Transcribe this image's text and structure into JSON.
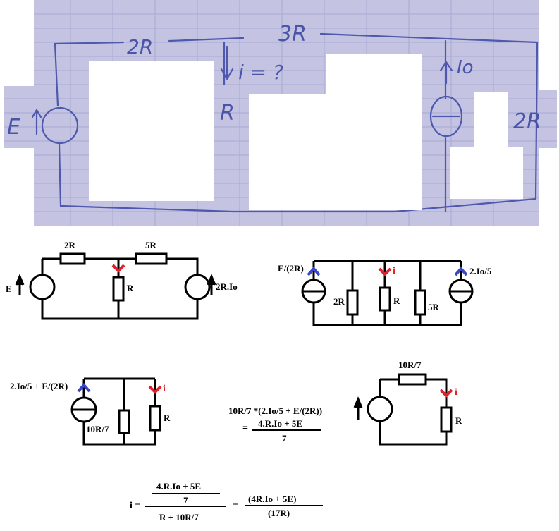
{
  "photo": {
    "E": "E",
    "r_2R_top": "2R",
    "r_3R": "3R",
    "i_unknown": "i = ?",
    "r_R": "R",
    "io": "Io",
    "r_2R_right": "2R"
  },
  "circuit1": {
    "E": "E",
    "r_2R": "2R",
    "r_5R": "5R",
    "r_R": "R",
    "src": "2R.Io"
  },
  "circuit2": {
    "src_left": "E/(2R)",
    "src_right": "2.Io/5",
    "r_2R": "2R",
    "i": "i",
    "r_R": "R",
    "r_5R": "5R"
  },
  "circuit3": {
    "src": "2.Io/5 + E/(2R)",
    "r_eq": "10R/7",
    "i": "i",
    "r_R": "R"
  },
  "calc1": {
    "line1": "10R/7 *(2.Io/5 + E/(2R))",
    "eq": "=",
    "num": "4.R.Io + 5E",
    "den": "7"
  },
  "circuit4": {
    "r_top": "10R/7",
    "i": "i",
    "r_R": "R"
  },
  "final": {
    "lhs": "i =",
    "num1": "4.R.Io + 5E",
    "num2": "7",
    "den": "R + 10R/7",
    "eq": "=",
    "num_r": "(4R.Io + 5E)",
    "den_r": "(17R)"
  },
  "colors": {
    "paper": "#c4c4e2",
    "pen": "#4d58ae",
    "current_arrow": "#e0202a",
    "source_arrow": "#3747c8"
  }
}
